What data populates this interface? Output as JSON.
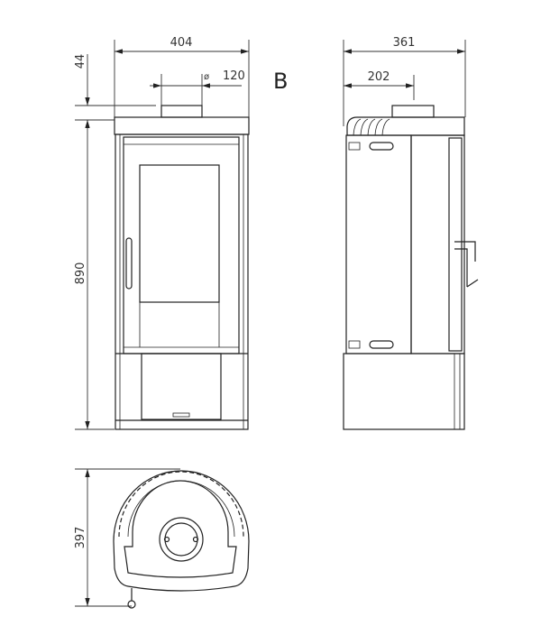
{
  "title": "Stove dimension drawing",
  "view_label": "B",
  "front_view": {
    "width_dim": "404",
    "flue_diameter_symbol": "ø",
    "flue_diameter": "120",
    "flue_height_dim": "44",
    "height_dim": "890"
  },
  "side_view": {
    "depth_dim": "361",
    "flue_offset_dim": "202"
  },
  "top_view": {
    "depth_dim": "397"
  }
}
